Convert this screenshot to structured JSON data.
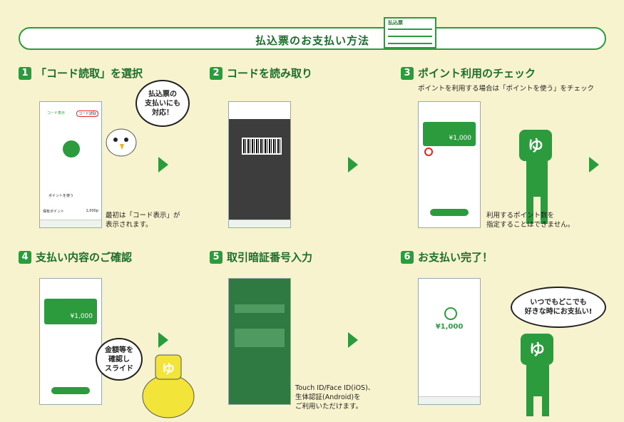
{
  "header": {
    "title": "払込票のお支払い方法",
    "slip_label": "払込票"
  },
  "steps": [
    {
      "num": "1",
      "title": "「コード読取」を選択",
      "desc": [
        "最初は「コード表示」が",
        "表示されます。"
      ],
      "bubble": [
        "払込票の",
        "支払いにも",
        "対応！"
      ]
    },
    {
      "num": "2",
      "title": "コードを読み取り"
    },
    {
      "num": "3",
      "title": "ポイント利用のチェック",
      "sub": "ポイントを利用する場合は「ポイントを使う」をチェック",
      "desc": [
        "利用するポイント数を",
        "指定することはできません。"
      ]
    },
    {
      "num": "4",
      "title": "支払い内容のご確認",
      "bubble": [
        "金額等を",
        "確認し",
        "スライド"
      ]
    },
    {
      "num": "5",
      "title": "取引暗証番号入力",
      "desc": [
        "Touch ID/Face ID(iOS)、",
        "生体認証(Android)を",
        "ご利用いただけます。"
      ]
    },
    {
      "num": "6",
      "title": "お支払い完了！",
      "bubble": [
        "いつでもどこでも",
        "好きな時にお支払い!"
      ]
    }
  ],
  "phone": {
    "p1_tab_left": "コード表示",
    "p1_tab_right": "コード読取",
    "p1_points_label": "保有ポイント",
    "p1_points_value": "1,000p",
    "p1_use_points": "ポイントを使う",
    "p3_amount": "¥1,000",
    "p4_amount": "¥1,000",
    "p6_amount": "¥1,000"
  },
  "colors": {
    "green": "#2c9b3e",
    "dark_green": "#1b6f2c",
    "background": "#f8f3cf"
  }
}
